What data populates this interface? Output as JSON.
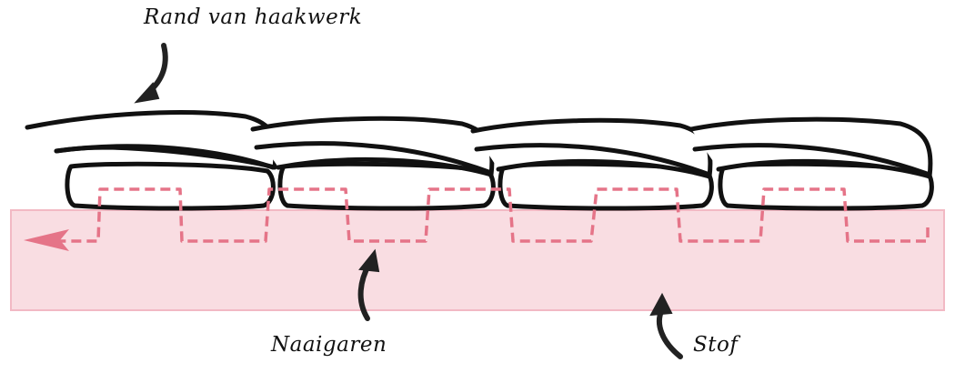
{
  "labels": {
    "crochet_edge": "Rand van haakwerk",
    "sewing_thread": "Naaigaren",
    "fabric": "Stof"
  },
  "colors": {
    "fabric_fill": "#f9dde2",
    "fabric_stroke": "#f2b9c4",
    "thread": "#e57488",
    "outline": "#111111",
    "background": "#ffffff"
  },
  "icons": {
    "thread_direction": "arrow-left-icon",
    "pointer": "curved-arrow-icon"
  }
}
